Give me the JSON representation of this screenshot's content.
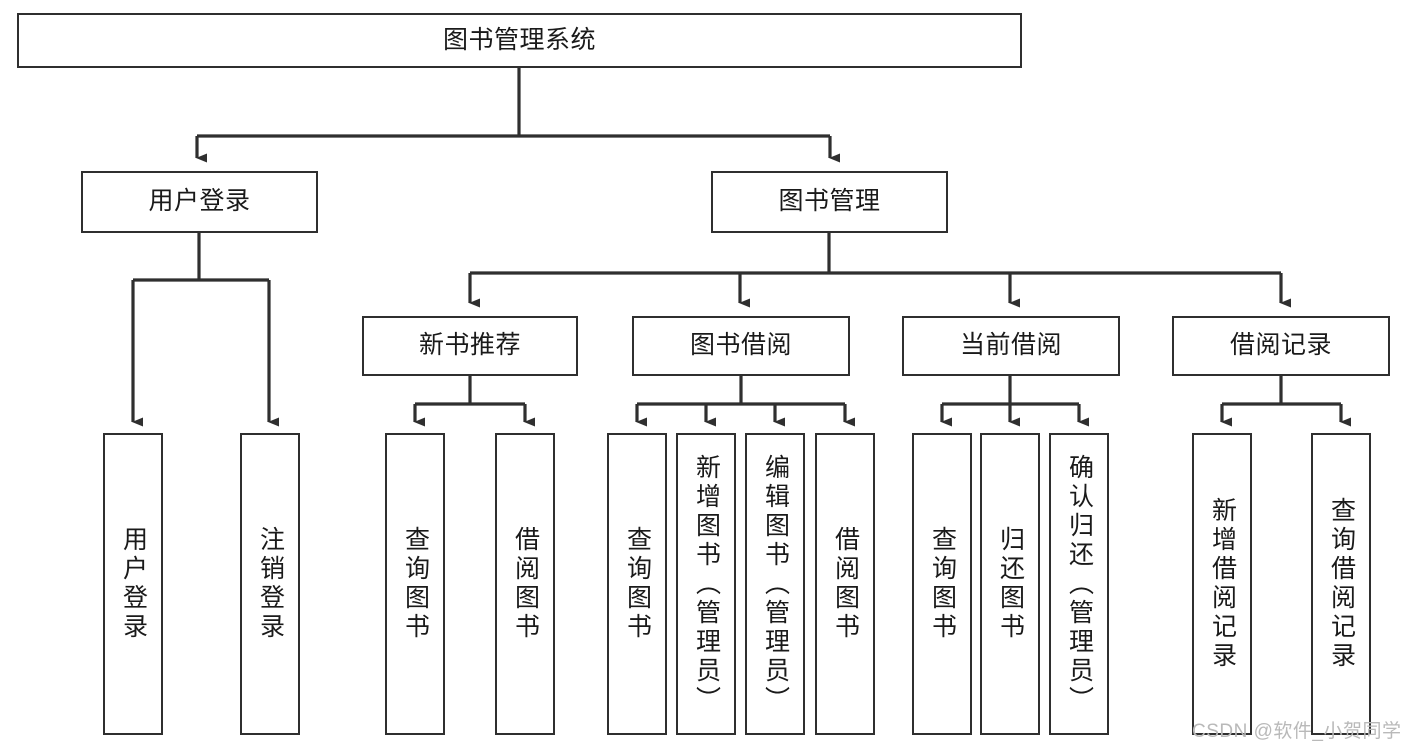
{
  "diagram": {
    "type": "tree-hierarchy",
    "title": "图书管理系统",
    "watermark": "CSDN @软件_小贺同学",
    "colors": {
      "stroke": "#2f2f2f",
      "fill": "#ffffff",
      "text": "#1a1a1a",
      "watermark": "#b9b9b9"
    },
    "nodes": {
      "root": {
        "label": "图书管理系统"
      },
      "level2": [
        {
          "id": "user-login",
          "label": "用户登录"
        },
        {
          "id": "book-manage",
          "label": "图书管理"
        }
      ],
      "level3": [
        {
          "id": "new-book-recommend",
          "label": "新书推荐"
        },
        {
          "id": "book-borrow",
          "label": "图书借阅"
        },
        {
          "id": "current-borrow",
          "label": "当前借阅"
        },
        {
          "id": "borrow-record",
          "label": "借阅记录"
        }
      ],
      "leaves": [
        {
          "id": "leaf-user-login",
          "label": "用户登录",
          "parent": "user-login"
        },
        {
          "id": "leaf-logout-login",
          "label": "注销登录",
          "parent": "user-login"
        },
        {
          "id": "leaf-query-book-1",
          "label": "查询图书",
          "parent": "new-book-recommend"
        },
        {
          "id": "leaf-borrow-book-1",
          "label": "借阅图书",
          "parent": "new-book-recommend"
        },
        {
          "id": "leaf-query-book-2",
          "label": "查询图书",
          "parent": "book-borrow"
        },
        {
          "id": "leaf-add-book",
          "label": "新增图书（管理员）",
          "parent": "book-borrow"
        },
        {
          "id": "leaf-edit-book",
          "label": "编辑图书（管理员）",
          "parent": "book-borrow"
        },
        {
          "id": "leaf-borrow-book-2",
          "label": "借阅图书",
          "parent": "book-borrow"
        },
        {
          "id": "leaf-query-book-3",
          "label": "查询图书",
          "parent": "current-borrow"
        },
        {
          "id": "leaf-return-book",
          "label": "归还图书",
          "parent": "current-borrow"
        },
        {
          "id": "leaf-confirm-return",
          "label": "确认归还（管理员）",
          "parent": "current-borrow"
        },
        {
          "id": "leaf-add-record",
          "label": "新增借阅记录",
          "parent": "borrow-record"
        },
        {
          "id": "leaf-query-record",
          "label": "查询借阅记录",
          "parent": "borrow-record"
        }
      ]
    }
  }
}
